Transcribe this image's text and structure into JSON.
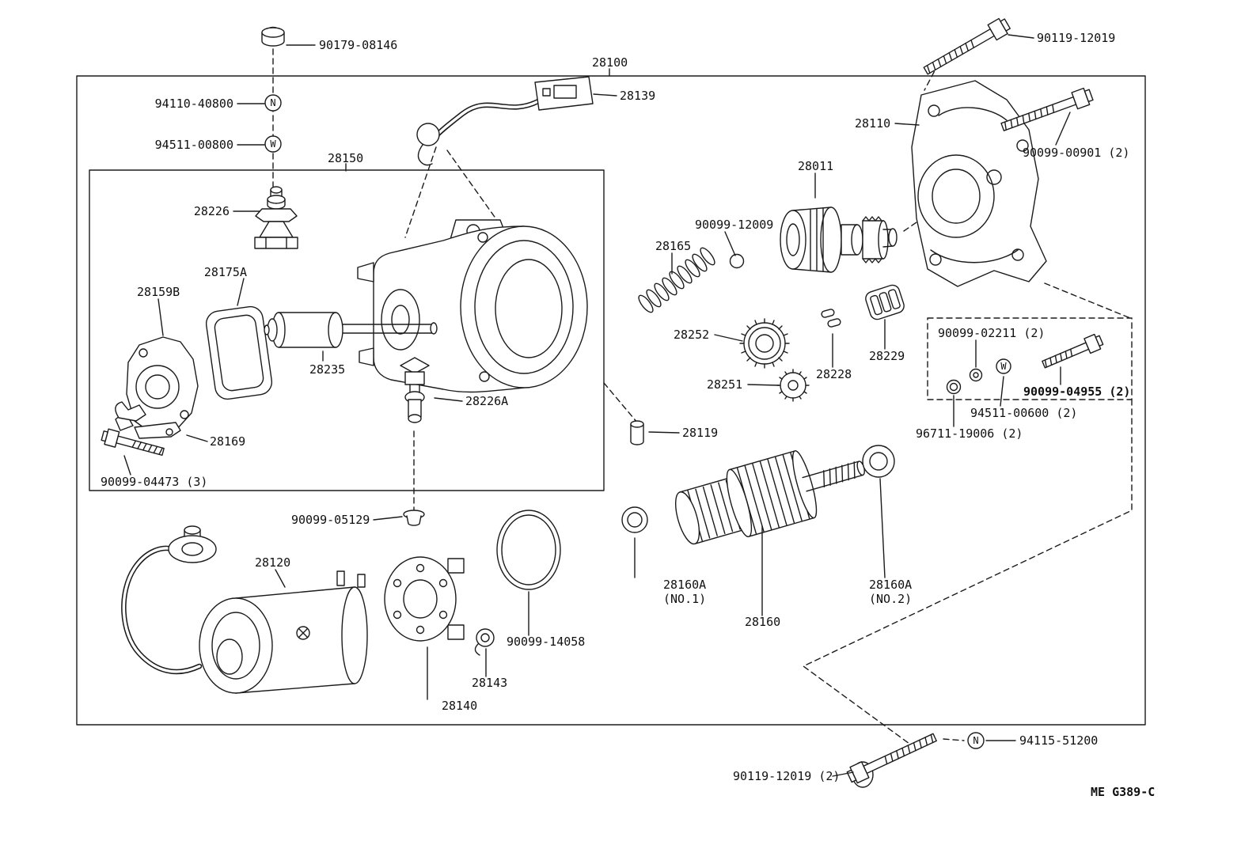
{
  "diagram": {
    "assembly_number": "28100",
    "figure_code": "ME G389-C"
  },
  "labels": {
    "l_90179_08146": "90179-08146",
    "l_94110_40800": "94110-40800",
    "l_94511_00800": "94511-00800",
    "l_28150": "28150",
    "l_28226": "28226",
    "l_28175a": "28175A",
    "l_28159b": "28159B",
    "l_28235": "28235",
    "l_28226a": "28226A",
    "l_28169": "28169",
    "l_90099_04473": "90099-04473 (3)",
    "l_90099_05129": "90099-05129",
    "l_28120": "28120",
    "l_28139": "28139",
    "l_28110": "28110",
    "l_90119_12019": "90119-12019",
    "l_90099_00901": "90099-00901 (2)",
    "l_28011": "28011",
    "l_90099_12009": "90099-12009",
    "l_28165": "28165",
    "l_28252": "28252",
    "l_28251": "28251",
    "l_28228": "28228",
    "l_28229": "28229",
    "l_90099_02211": "90099-02211 (2)",
    "l_90099_04955": "90099-04955 (2)",
    "l_94511_00600": "94511-00600 (2)",
    "l_96711_19006": "96711-19006 (2)",
    "l_28119": "28119",
    "l_28160a_no1_line1": "28160A",
    "l_28160a_no1_line2": "(NO.1)",
    "l_28160": "28160",
    "l_28160a_no2_line1": "28160A",
    "l_28160a_no2_line2": "(NO.2)",
    "l_90099_14058": "90099-14058",
    "l_28143": "28143",
    "l_28140": "28140",
    "l_94115_51200": "94115-51200",
    "l_90119_12019_2": "90119-12019 (2)"
  },
  "markers": {
    "n_top": "N",
    "w_top": "W",
    "w_mid": "W",
    "n_bottom": "N"
  }
}
